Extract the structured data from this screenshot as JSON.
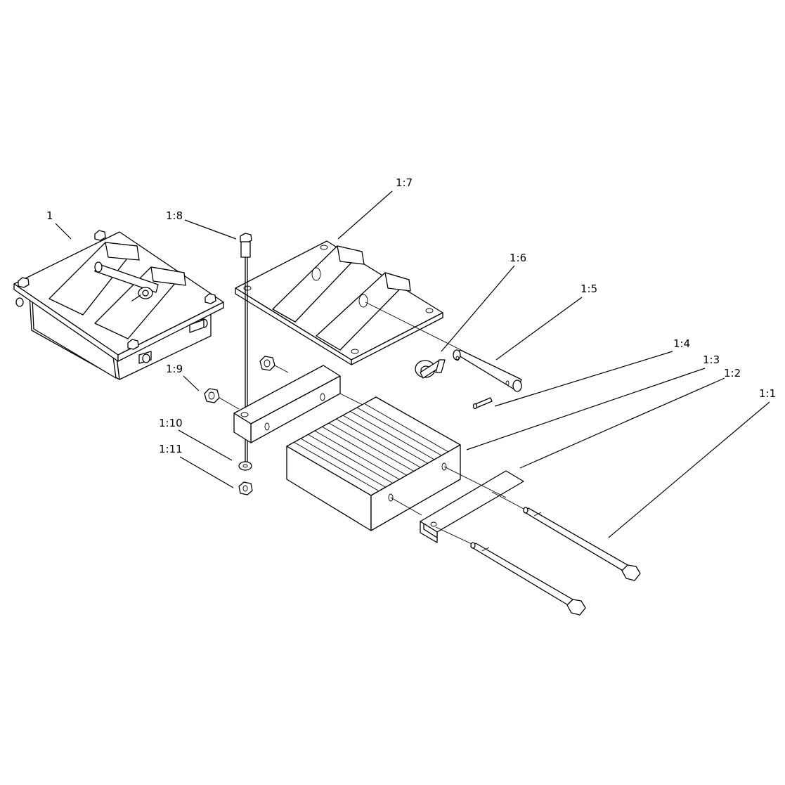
{
  "callouts": {
    "c1": "1",
    "c1_1": "1:1",
    "c1_2": "1:2",
    "c1_3": "1:3",
    "c1_4": "1:4",
    "c1_5": "1:5",
    "c1_6": "1:6",
    "c1_7": "1:7",
    "c1_8": "1:8",
    "c1_9": "1:9",
    "c1_10": "1:10",
    "c1_11": "1:11"
  }
}
